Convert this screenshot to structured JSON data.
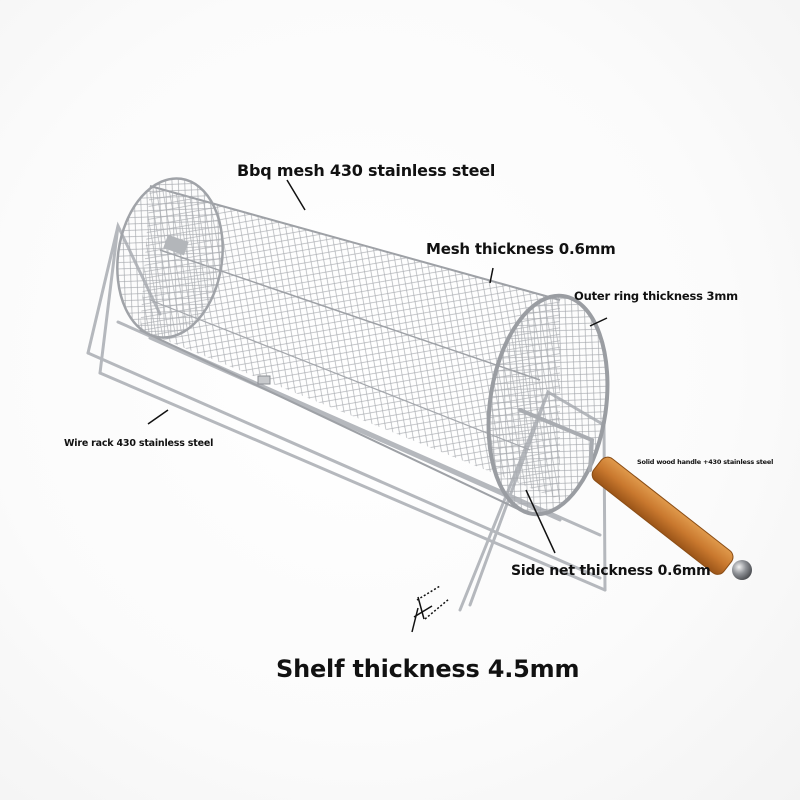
{
  "product": {
    "name": "Rotisserie BBQ mesh drum basket with wire rack stand and wooden handle",
    "colors": {
      "background": "#ffffff",
      "steel": "#b9bcc0",
      "steel_dark": "#8a8d92",
      "wood": "#c9782e",
      "wood_dark": "#9a5418",
      "label_text": "#111111",
      "leader_line": "#111111"
    }
  },
  "annotations": {
    "bbq_mesh": "Bbq mesh 430 stainless steel",
    "mesh_thickness": "Mesh thickness 0.6mm",
    "outer_ring": "Outer ring thickness 3mm",
    "wire_rack": "Wire rack 430 stainless steel",
    "handle": "Solid wood handle +430 stainless steel",
    "side_net": "Side net thickness 0.6mm",
    "shelf_thickness": "Shelf thickness 4.5mm"
  }
}
